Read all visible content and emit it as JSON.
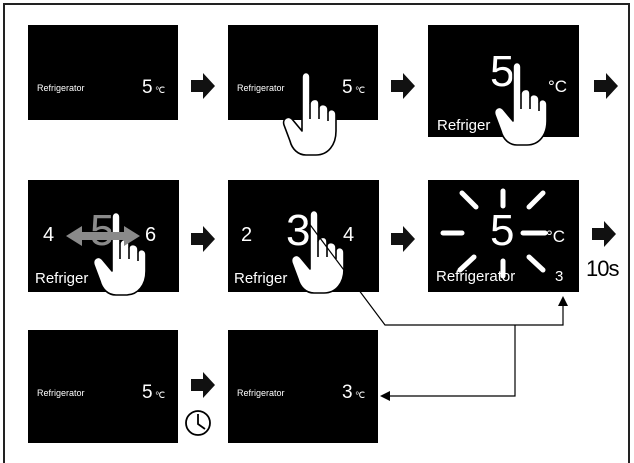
{
  "label": "Refrigerator",
  "label_truncated": "Refriger",
  "unit": "°C",
  "unit_small": "℃",
  "value_initial": "5",
  "value_target": "3",
  "row2_left": "4",
  "row2_center": "5",
  "row2_right": "6",
  "row3_left": "2",
  "row3_center": "3",
  "row3_right": "4",
  "blink_value": "5",
  "blink_small": "3",
  "timeout": "10s",
  "colors": {
    "panel": "#000000",
    "text": "#ffffff",
    "arrow": "#111111",
    "drag_arrow": "#8a8a8a"
  }
}
